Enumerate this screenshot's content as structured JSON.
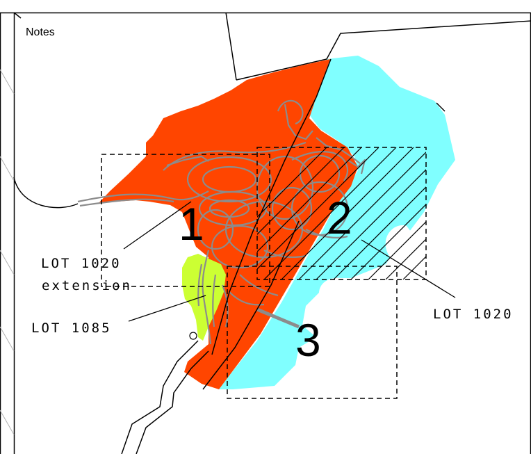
{
  "panel": {
    "title": "Notes"
  },
  "labels": {
    "lot_1020_ext_line1": "LOT 1020",
    "lot_1020_ext_line2": "extension",
    "lot_1085": "LOT 1085",
    "lot_1020": "LOT 1020"
  },
  "zones": [
    "1",
    "2",
    "3"
  ],
  "colors": {
    "orange_area": "#ff4500",
    "cyan_area": "#80ffff",
    "lime_area": "#ccff33",
    "contour": "#8c8c8c",
    "linework": "#000000"
  }
}
